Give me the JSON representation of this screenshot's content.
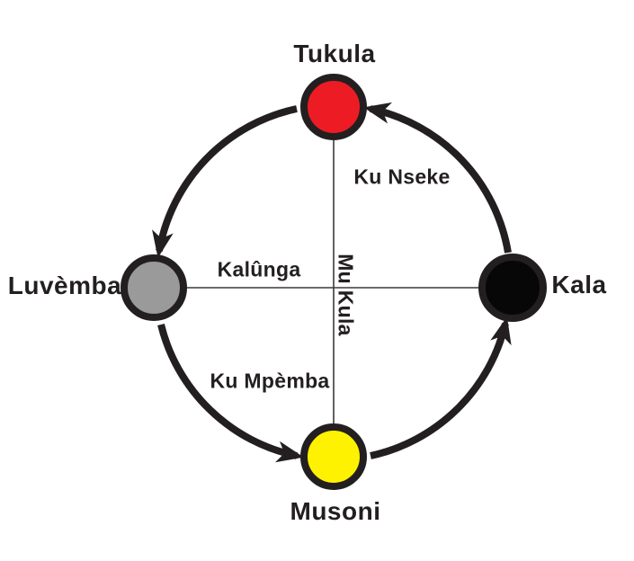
{
  "diagram": {
    "background_color": "#ffffff",
    "stroke_color": "#231f20",
    "thin_line_color": "#3a3a3a",
    "nodes": {
      "tukula": {
        "label": "Tukula",
        "color": "#ed1c24",
        "position": "top"
      },
      "kala": {
        "label": "Kala",
        "color": "#070707",
        "position": "right"
      },
      "musoni": {
        "label": "Musoni",
        "color": "#fff200",
        "position": "bottom"
      },
      "luvemba": {
        "label": "Luvèmba",
        "color": "#9a9a9a",
        "position": "left"
      }
    },
    "phase_labels": {
      "ku_nseke": "Ku Nseke",
      "kalunga": "Kalûnga",
      "ku_mpemba": "Ku Mpèmba",
      "mu_kula": "Mu Kula"
    },
    "cycle_direction": "counterclockwise"
  }
}
